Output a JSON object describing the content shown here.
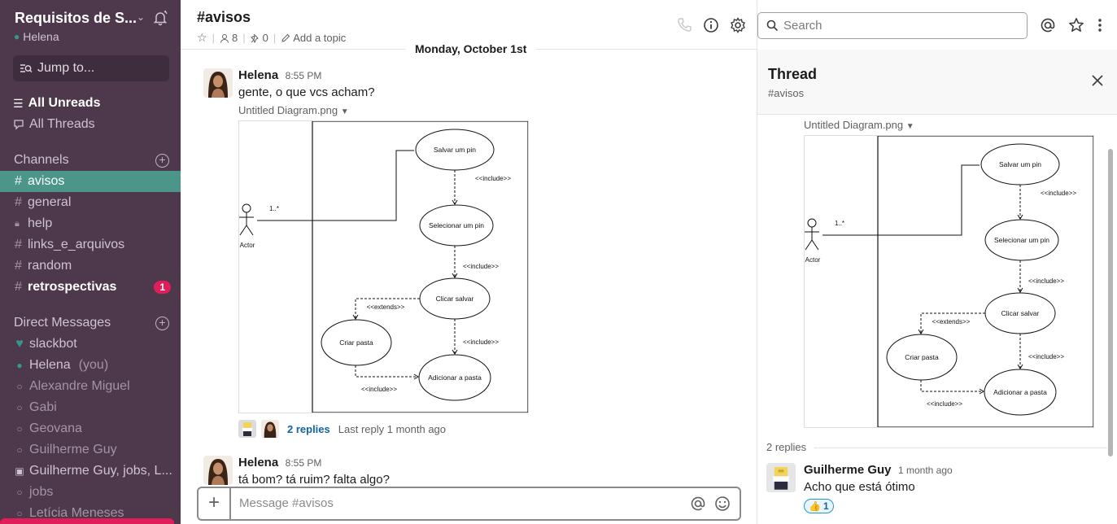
{
  "workspace": {
    "name": "Requisitos de S...",
    "user": "Helena"
  },
  "sidebar": {
    "jump_to": "Jump to...",
    "all_unreads": "All Unreads",
    "all_threads": "All Threads",
    "channels_label": "Channels",
    "channels": [
      {
        "name": "avisos",
        "active": true,
        "private": false
      },
      {
        "name": "general",
        "private": false
      },
      {
        "name": "help",
        "private": true
      },
      {
        "name": "links_e_arquivos",
        "private": false
      },
      {
        "name": "random",
        "private": false
      },
      {
        "name": "retrospectivas",
        "unread": true,
        "badge": "1",
        "private": false
      }
    ],
    "dm_label": "Direct Messages",
    "dms": [
      {
        "name": "slackbot",
        "status": "bot"
      },
      {
        "name": "Helena",
        "suffix": "(you)",
        "status": "online"
      },
      {
        "name": "Alexandre Miguel",
        "status": "offline"
      },
      {
        "name": "Gabi",
        "status": "offline"
      },
      {
        "name": "Geovana",
        "status": "offline"
      },
      {
        "name": "Guilherme Guy",
        "status": "offline"
      },
      {
        "name": "Guilherme Guy, jobs, L...",
        "status": "group"
      },
      {
        "name": "jobs",
        "status": "offline"
      },
      {
        "name": "Letícia Meneses",
        "status": "offline"
      }
    ]
  },
  "channel": {
    "title": "#avisos",
    "members": "8",
    "pins": "0",
    "add_topic": "Add a topic",
    "date_divider": "Monday, October 1st"
  },
  "messages": [
    {
      "sender": "Helena",
      "time": "8:55 PM",
      "text": "gente, o que vcs acham?",
      "file": "Untitled Diagram.png",
      "replies": "2 replies",
      "last_reply": "Last reply 1 month ago"
    },
    {
      "sender": "Helena",
      "time": "8:55 PM",
      "text": "tá bom? tá ruim? falta algo?"
    }
  ],
  "composer": {
    "placeholder": "Message #avisos"
  },
  "search": {
    "placeholder": "Search"
  },
  "diagram": {
    "actor": "Actor",
    "multiplicity": "1..*",
    "uc1": "Salvar um pin",
    "uc2": "Selecionar um pin",
    "uc3": "Clicar salvar",
    "uc4": "Criar pasta",
    "uc5": "Adicionar a pasta",
    "include": "<<include>>",
    "extends": "<<extends>>"
  },
  "thread": {
    "title": "Thread",
    "channel": "#avisos",
    "file": "Untitled Diagram.png",
    "replies_count": "2 replies",
    "reply": {
      "sender": "Guilherme Guy",
      "time": "1 month ago",
      "text": "Acho que está ótimo",
      "reaction_emoji": "👍",
      "reaction_count": "1"
    }
  },
  "colors": {
    "sidebar": "#4d394b",
    "active_channel": "#4c9689",
    "badge": "#e01e5a",
    "link": "#1264a3"
  }
}
